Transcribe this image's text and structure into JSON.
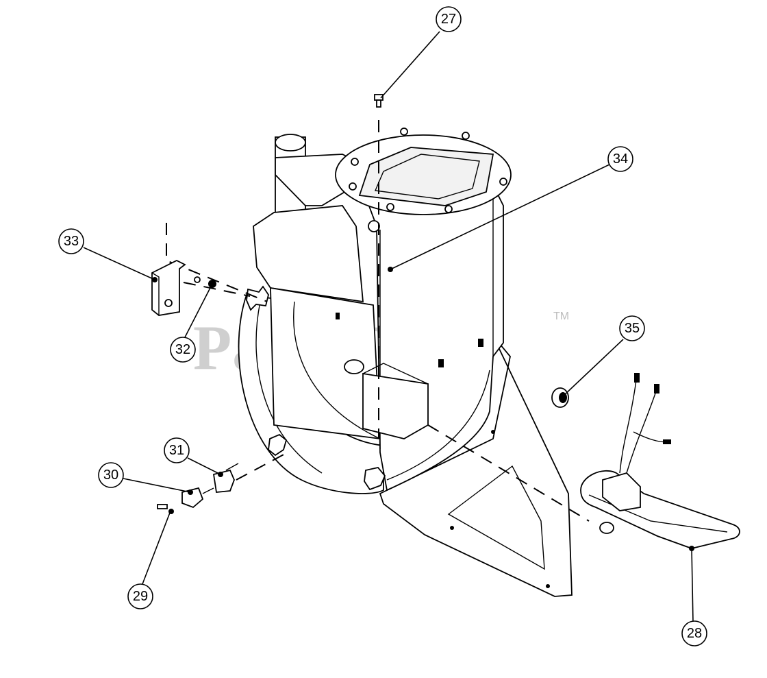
{
  "watermark": {
    "text": "PartsTree",
    "trademark": "TM"
  },
  "callouts": [
    {
      "id": "callout-27",
      "label": "27"
    },
    {
      "id": "callout-28",
      "label": "28"
    },
    {
      "id": "callout-29",
      "label": "29"
    },
    {
      "id": "callout-30",
      "label": "30"
    },
    {
      "id": "callout-31",
      "label": "31"
    },
    {
      "id": "callout-32",
      "label": "32"
    },
    {
      "id": "callout-33",
      "label": "33"
    },
    {
      "id": "callout-34",
      "label": "34"
    },
    {
      "id": "callout-35",
      "label": "35"
    }
  ]
}
